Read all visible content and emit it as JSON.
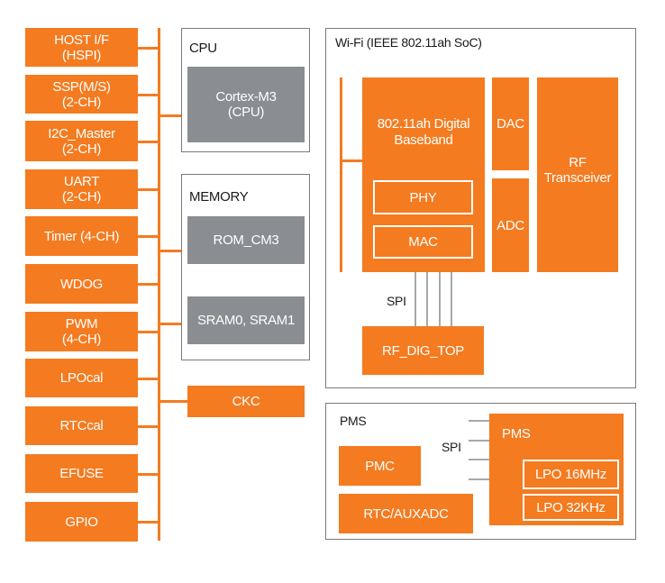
{
  "colors": {
    "accent_orange": "#f47b20",
    "block_gray": "#8a8d91",
    "frame_border": "#7a7a7a",
    "spi_line_gray": "#a8a8a8"
  },
  "peripherals": [
    {
      "line1": "HOST I/F",
      "line2": "(HSPI)"
    },
    {
      "line1": "SSP(M/S)",
      "line2": "(2-CH)"
    },
    {
      "line1": "I2C_Master",
      "line2": "(2-CH)"
    },
    {
      "line1": "UART",
      "line2": "(2-CH)"
    },
    {
      "line1": "Timer (4-CH)",
      "line2": ""
    },
    {
      "line1": "WDOG",
      "line2": ""
    },
    {
      "line1": "PWM",
      "line2": "(4-CH)"
    },
    {
      "line1": "LPOcal",
      "line2": ""
    },
    {
      "line1": "RTCcal",
      "line2": ""
    },
    {
      "line1": "EFUSE",
      "line2": ""
    },
    {
      "line1": "GPIO",
      "line2": ""
    }
  ],
  "cpu": {
    "title": "CPU",
    "core_line1": "Cortex-M3",
    "core_line2": "(CPU)"
  },
  "memory": {
    "title": "MEMORY",
    "rom": "ROM_CM3",
    "sram": "SRAM0, SRAM1"
  },
  "ckc": "CKC",
  "wifi": {
    "title": "Wi-Fi (IEEE 802.11ah SoC)",
    "baseband_line1": "802.11ah Digital",
    "baseband_line2": "Baseband",
    "phy": "PHY",
    "mac": "MAC",
    "dac": "DAC",
    "adc": "ADC",
    "rf_line1": "RF",
    "rf_line2": "Transceiver",
    "spi_label": "SPI",
    "rf_dig_top": "RF_DIG_TOP"
  },
  "pms_section": {
    "title": "PMS",
    "pmc": "PMC",
    "rtc_auxadc": "RTC/AUXADC",
    "spi_label": "SPI",
    "pms_block": "PMS",
    "lpo_16mhz": "LPO 16MHz",
    "lpo_32khz": "LPO 32KHz"
  }
}
